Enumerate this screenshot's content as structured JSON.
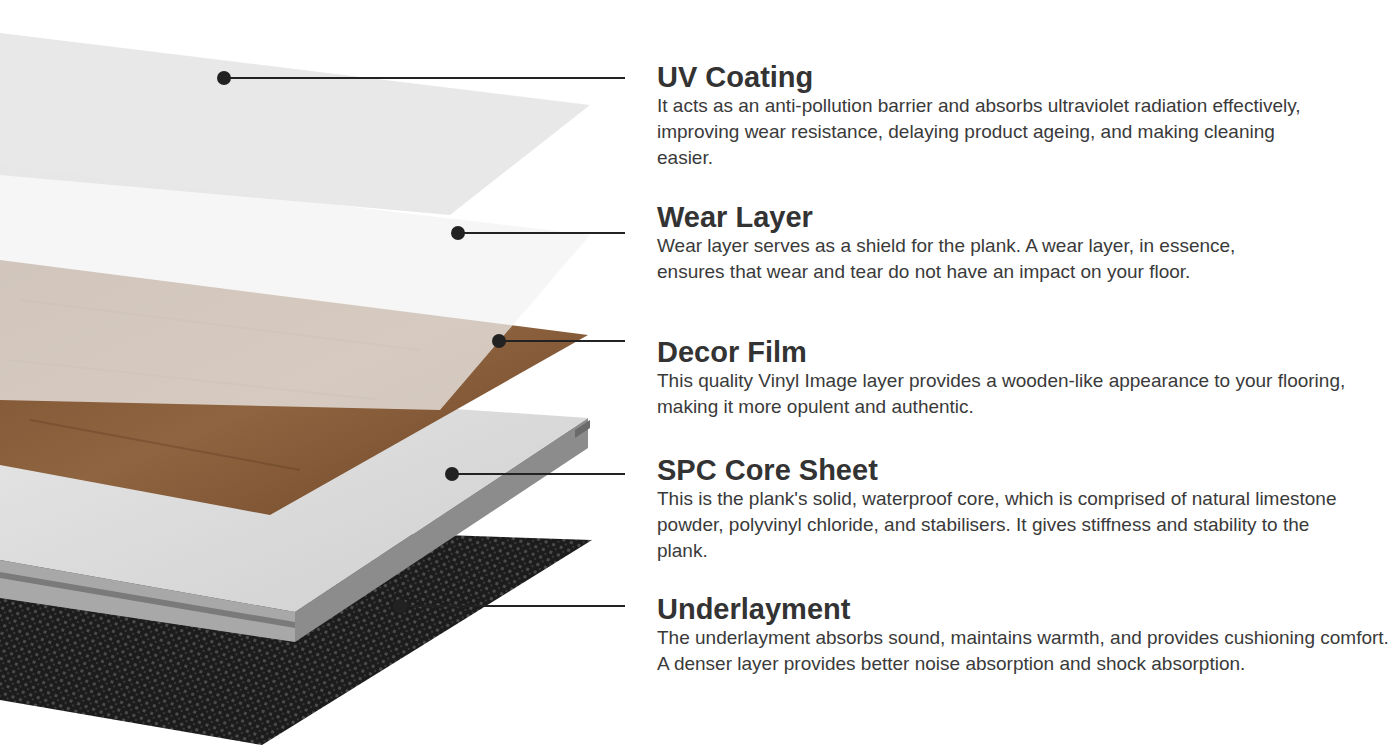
{
  "diagram": {
    "labels": [
      "UV Coating",
      "It acts as an anti-pollution barrier and absorbs ultraviolet radiation effectively, improving wear resistance, delaying product ageing, and making cleaning easier.",
      "Wear Layer",
      "Wear layer serves as a shield for the plank. A wear layer, in essence, ensures that wear and tear do not have an impact on your floor.",
      "Decor Film",
      "This quality Vinyl Image layer provides a wooden-like appearance to your flooring, making it more opulent and authentic.",
      "SPC Core Sheet",
      "This is the plank's solid, waterproof core, which is comprised of natural limestone powder, polyvinyl chloride, and stabilisers. It gives stiffness and stability to the plank.",
      "Underlayment",
      "The underlayment absorbs sound, maintains warmth, and provides cushioning comfort. A denser layer provides better noise absorption and shock absorption."
    ]
  }
}
